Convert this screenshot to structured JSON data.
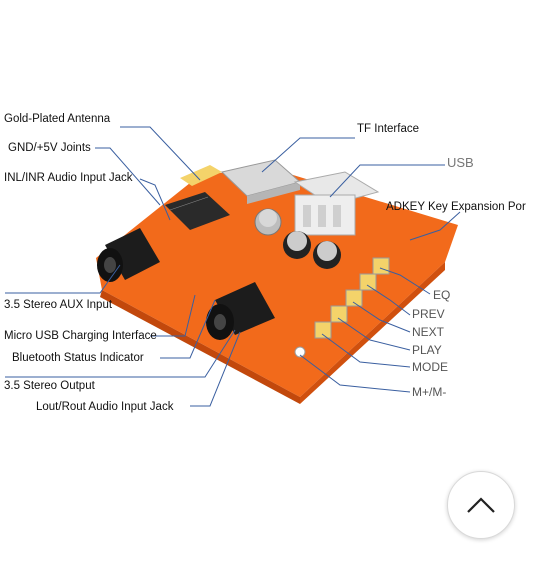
{
  "labels": {
    "gold_plated_antenna": "Gold-Plated Antenna",
    "gnd_5v_joints": "GND/+5V Joints",
    "inl_inr_jack": "INL/INR Audio Input Jack",
    "stereo_aux_input": "3.5 Stereo AUX Input",
    "micro_usb_charging": "Micro USB Charging Interface",
    "bluetooth_status": "Bluetooth Status Indicator",
    "stereo_output": "3.5 Stereo Output",
    "lout_rout_jack": "Lout/Rout Audio Input Jack",
    "tf_interface": "TF Interface",
    "usb": "USB",
    "adkey": "ADKEY Key Expansion Por",
    "eq": "EQ",
    "prev": "PREV",
    "next": "NEXT",
    "play": "PLAY",
    "mode": "MODE",
    "m_plus_minus": "M+/M-"
  },
  "colors": {
    "board": "#f26a1b",
    "board_dark": "#d85410",
    "leader_line": "#3a5fa0",
    "button_gold": "#f4d36a"
  },
  "icons": {
    "scroll_top": "chevron-up-icon"
  }
}
